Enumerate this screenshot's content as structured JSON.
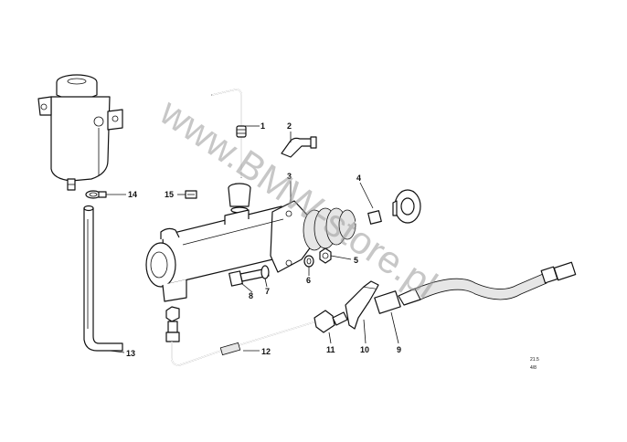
{
  "diagram": {
    "watermark": "www.BMW-store.pl",
    "page_code": "21.5",
    "page_ref": "4/8",
    "callouts": [
      "1",
      "2",
      "3",
      "4",
      "5",
      "6",
      "7",
      "8",
      "9",
      "10",
      "11",
      "12",
      "13",
      "14",
      "15"
    ]
  }
}
